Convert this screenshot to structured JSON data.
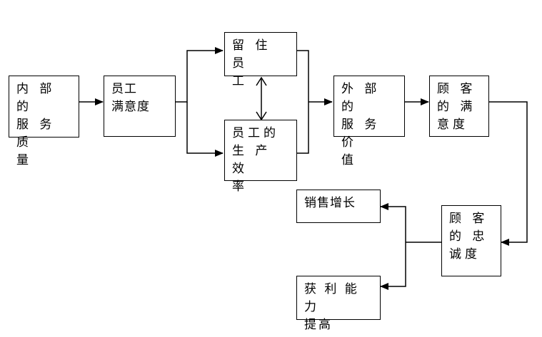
{
  "nodes": {
    "internal_service_quality": "内 部 的\n服 务 质\n量",
    "employee_satisfaction": "员工\n满意度",
    "employee_retention": "留 住 员\n工",
    "employee_productivity": "员工的\n生 产 效\n率",
    "external_service_value": "外 部 的\n服 务 价\n值",
    "customer_satisfaction": "顾  客\n的 满\n意度",
    "customer_loyalty": "顾  客\n的  忠\n诚度",
    "sales_growth": "销售增长",
    "profitability": "获 利 能 力\n提高"
  },
  "colors": {
    "line": "#000000",
    "background": "#ffffff"
  }
}
